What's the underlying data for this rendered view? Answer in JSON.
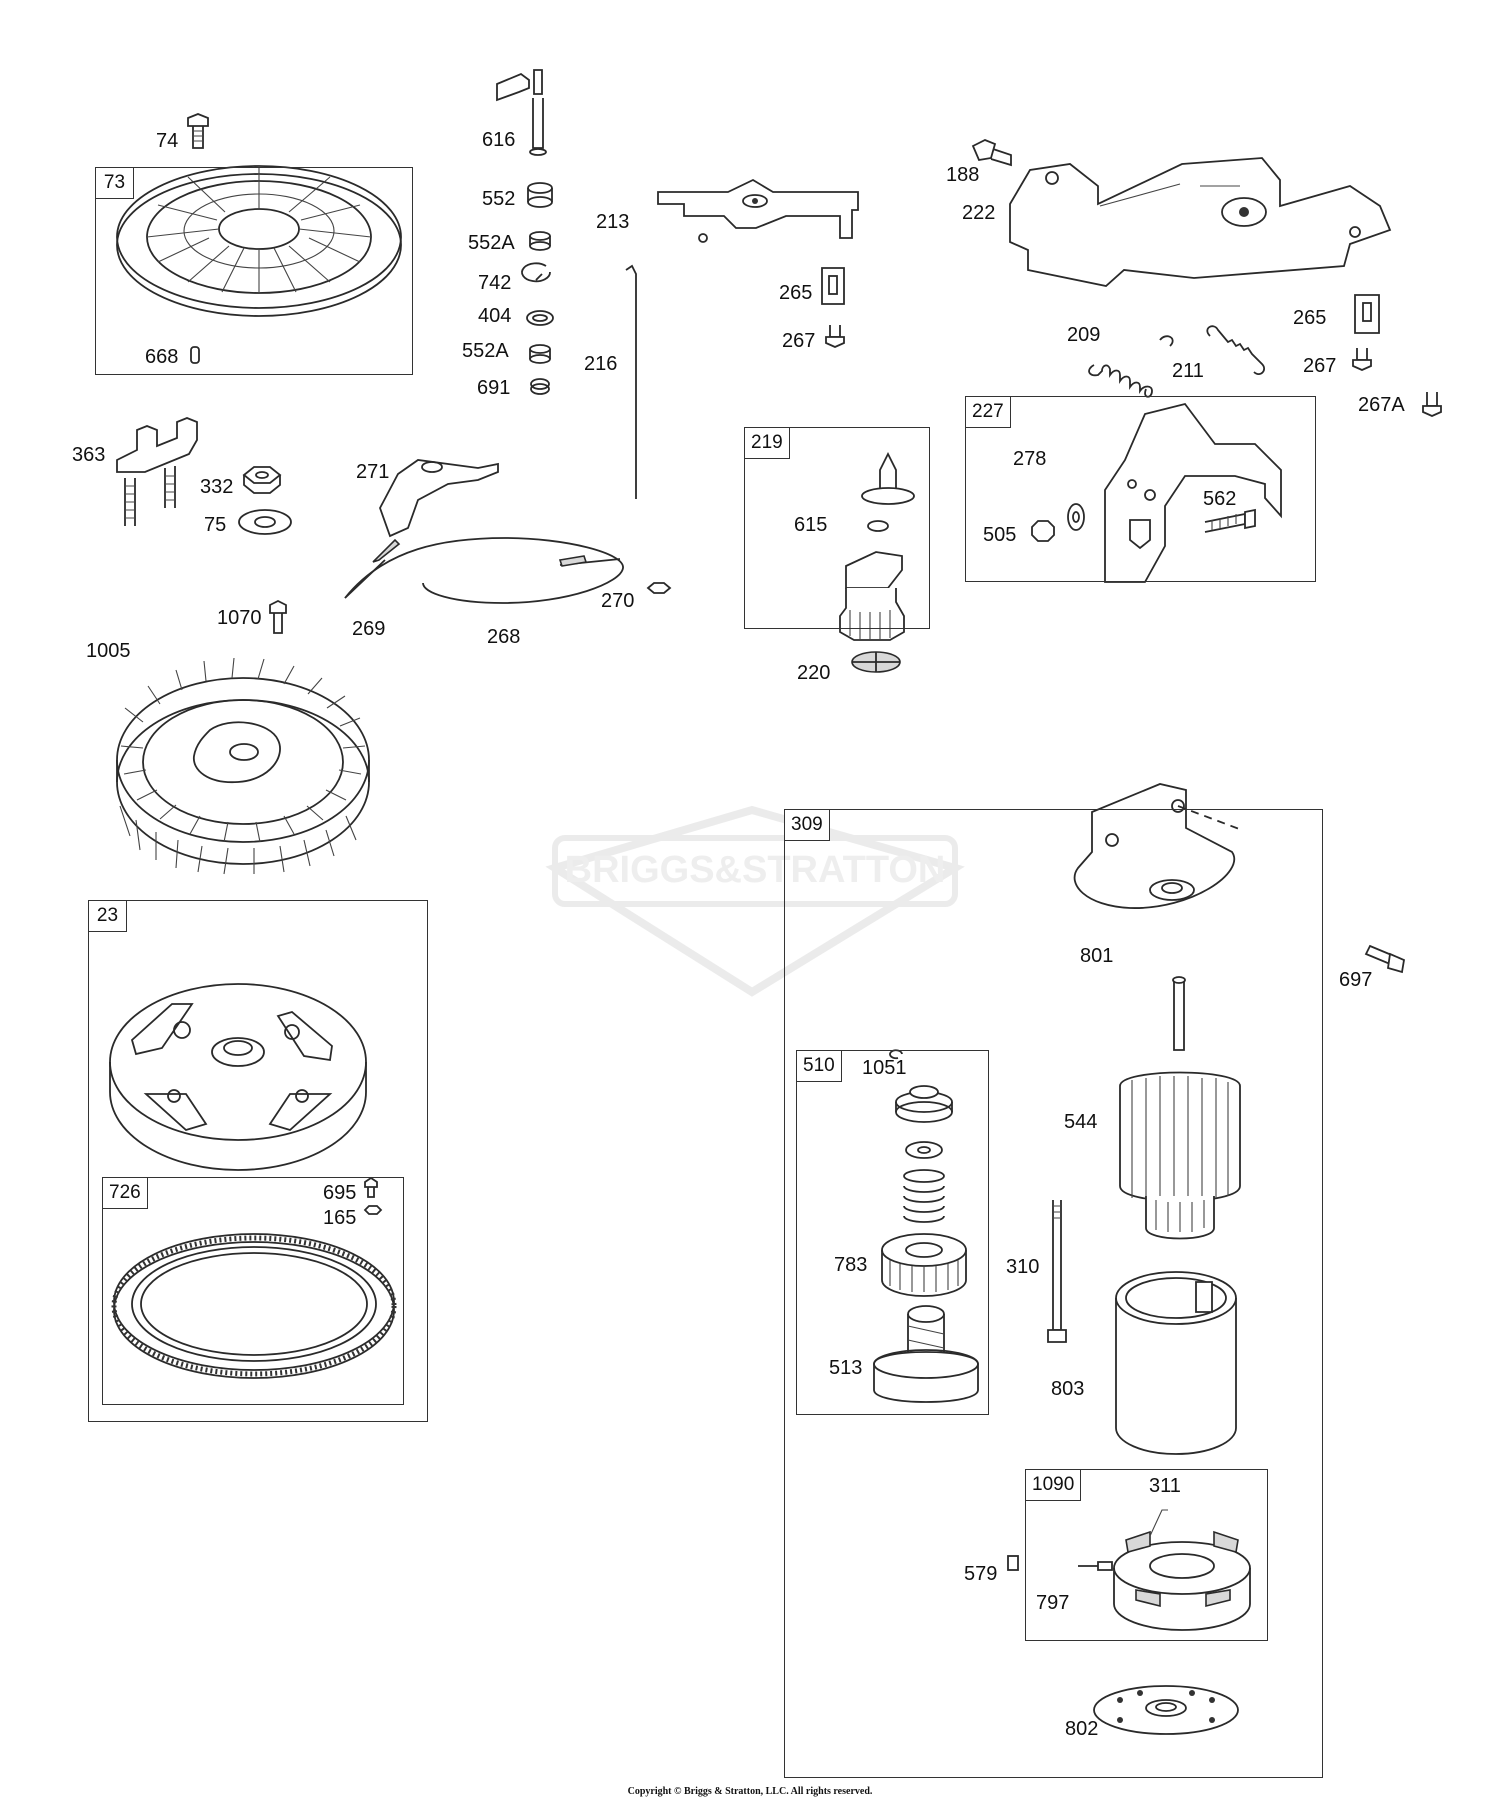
{
  "watermark": "BRIGGS&STRATTON",
  "copyright": "Copyright © Briggs & Stratton, LLC. All rights reserved.",
  "boxes": {
    "b73": "73",
    "b219": "219",
    "b227": "227",
    "b309": "309",
    "b23": "23",
    "b726": "726",
    "b510": "510",
    "b1090": "1090"
  },
  "labels": {
    "l74": "74",
    "l616": "616",
    "l552": "552",
    "l552A1": "552A",
    "l742": "742",
    "l404": "404",
    "l552A2": "552A",
    "l691": "691",
    "l668": "668",
    "l213": "213",
    "l216": "216",
    "l265a": "265",
    "l267a": "267",
    "l188": "188",
    "l222": "222",
    "l209": "209",
    "l211": "211",
    "l265b": "265",
    "l267b": "267",
    "l267A": "267A",
    "l363": "363",
    "l332": "332",
    "l75": "75",
    "l271": "271",
    "l1070": "1070",
    "l269": "269",
    "l268": "268",
    "l270": "270",
    "l615": "615",
    "l220": "220",
    "l278": "278",
    "l562": "562",
    "l505": "505",
    "l1005": "1005",
    "l801": "801",
    "l697": "697",
    "l544": "544",
    "l310": "310",
    "l803": "803",
    "l1051": "1051",
    "l783": "783",
    "l513": "513",
    "l311": "311",
    "l579": "579",
    "l797": "797",
    "l802": "802",
    "l695": "695",
    "l165": "165"
  }
}
